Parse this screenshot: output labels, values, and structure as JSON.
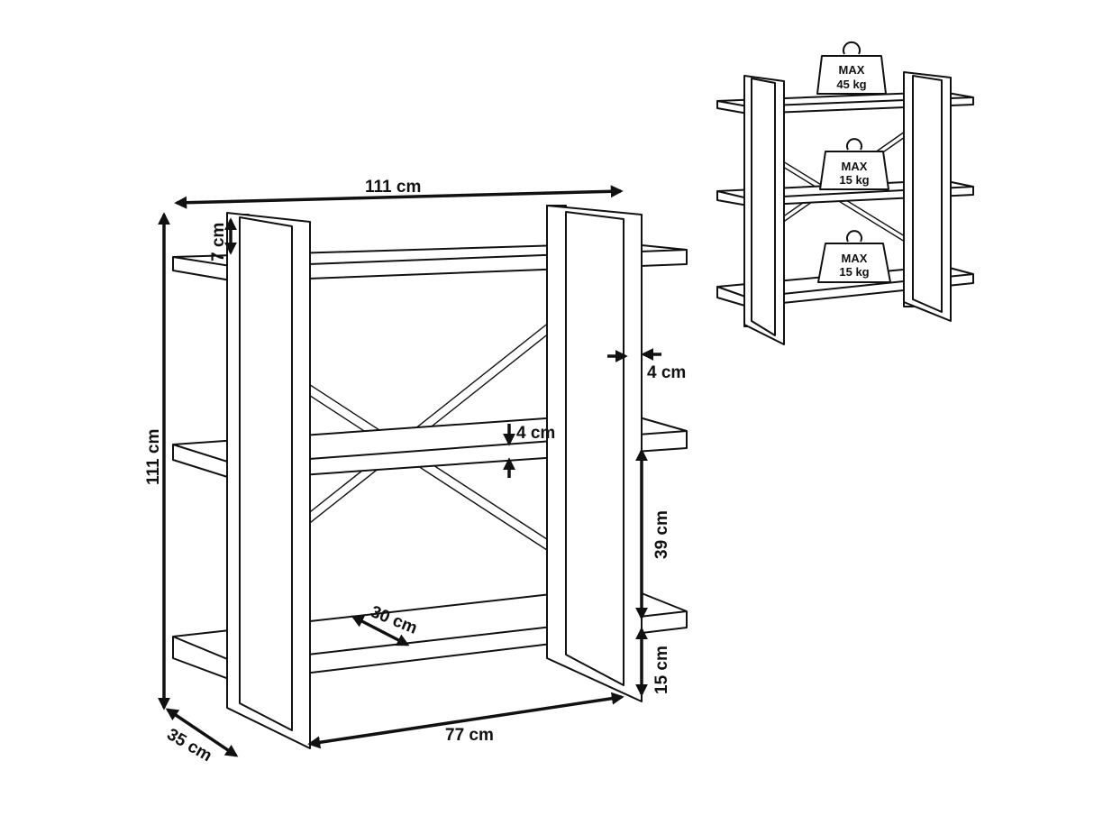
{
  "dimensions": {
    "width": "111 cm",
    "height": "111 cm",
    "top_offset": "7 cm",
    "frame_thickness": "4 cm",
    "shelf_thickness": "4 cm",
    "shelf_spacing": "39 cm",
    "bottom_clearance": "15 cm",
    "shelf_depth": "30 cm",
    "frame_depth": "35 cm",
    "inner_width": "77 cm"
  },
  "load_capacity": {
    "top": {
      "label": "MAX",
      "weight": "45 kg"
    },
    "middle": {
      "label": "MAX",
      "weight": "15 kg"
    },
    "bottom": {
      "label": "MAX",
      "weight": "15 kg"
    }
  },
  "colors": {
    "line": "#111111",
    "background": "#ffffff"
  }
}
